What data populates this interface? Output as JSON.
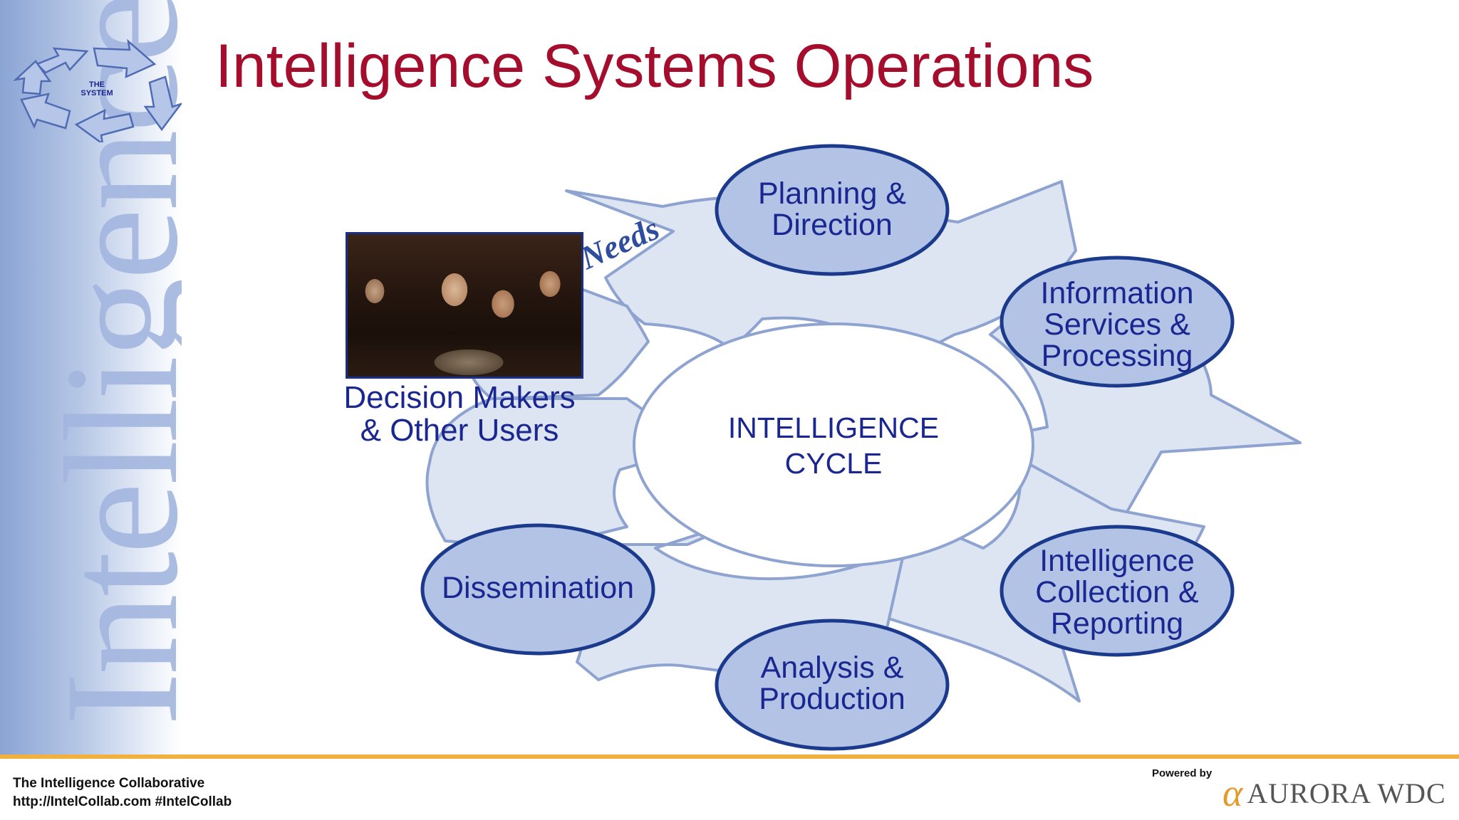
{
  "title": "Intelligence Systems Operations",
  "sidebar": {
    "vertical_text": "Intelligence",
    "logo_line1": "THE",
    "logo_line2": "SYSTEM"
  },
  "diagram": {
    "center_line1": "INTELLIGENCE",
    "center_line2": "CYCLE",
    "needs_label": "Needs",
    "users_line1": "Decision Makers",
    "users_line2": "& Other Users",
    "nodes": [
      {
        "line1": "Planning &",
        "line2": "Direction",
        "line3": ""
      },
      {
        "line1": "Information",
        "line2": "Services &",
        "line3": "Processing"
      },
      {
        "line1": "Intelligence",
        "line2": "Collection &",
        "line3": "Reporting"
      },
      {
        "line1": "Analysis &",
        "line2": "Production",
        "line3": ""
      },
      {
        "line1": "Dissemination",
        "line2": "",
        "line3": ""
      }
    ]
  },
  "footer": {
    "org_name": "The Intelligence Collaborative",
    "org_link": "http://IntelCollab.com #IntelCollab",
    "powered_by": "Powered by",
    "brand_name": "AURORA WDC"
  },
  "colors": {
    "title": "#a50d2d",
    "text_blue": "#1a2790",
    "ellipse_fill": "#b3c3e6",
    "ellipse_stroke": "#1b3a8c",
    "arrow_fill": "#dde5f3",
    "arrow_stroke": "#8ea3d0",
    "footer_rule": "#f2b13c"
  }
}
